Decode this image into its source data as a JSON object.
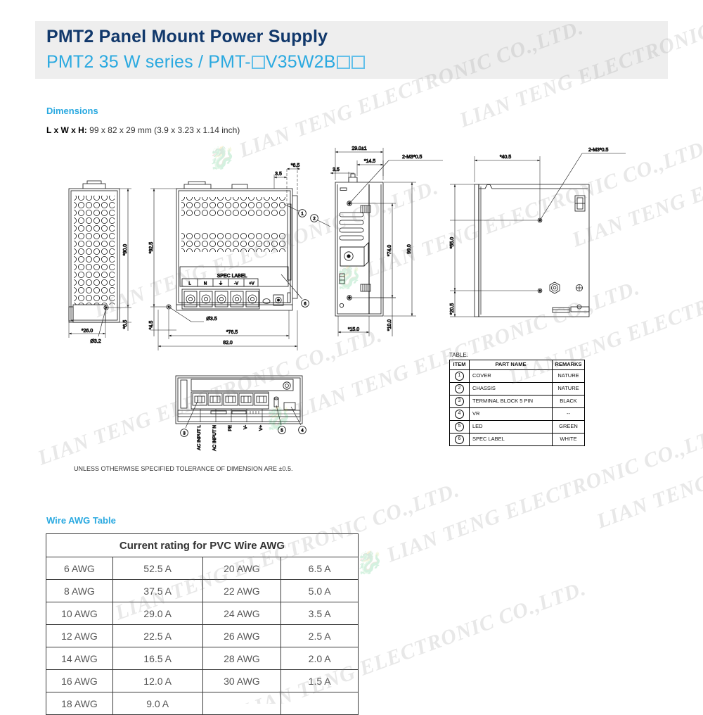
{
  "header": {
    "title": "PMT2 Panel Mount Power Supply",
    "subtitle_prefix": "PMT2 35 W series / PMT-",
    "subtitle_mid": "V35W2B",
    "option_box_count_before": 1,
    "option_box_count_after": 2,
    "band_color": "#eeeeee",
    "title_color": "#11386b",
    "subtitle_color": "#2aa9e0"
  },
  "sections": {
    "dimensions_heading": "Dimensions",
    "dimensions_label": "L x W x H:",
    "dimensions_value": "99 x 82 x 29 mm (3.9 x 3.23 x 1.14 inch)",
    "awg_heading": "Wire AWG Table"
  },
  "drawing": {
    "note": "UNLESS OTHERWISE SPECIFIED TOLERANCE OF DIMENSION ARE ±0.5.",
    "view_left": {
      "dims": [
        "*90.0",
        "*26.0",
        "*6.5",
        "Ø3.2"
      ]
    },
    "view_front": {
      "dims": [
        "*92.5",
        "*4.5",
        "3.5",
        "*6.5",
        "Ø3.5",
        "*76.5",
        "82.0"
      ],
      "spec_label": "SPEC LABEL",
      "terminals": [
        "L",
        "N",
        "⏚",
        "-V",
        "+V"
      ],
      "callouts": [
        "1",
        "2",
        "6"
      ]
    },
    "view_side": {
      "dims": [
        "29.0±1",
        "*14.5",
        "3.5",
        "*74.0",
        "99.0",
        "*15.0",
        "*10.0"
      ],
      "thread_note": "2-M3*0.5"
    },
    "view_right": {
      "dims": [
        "*40.5",
        "*55.0",
        "*20.5"
      ],
      "thread_note": "2-M3*0.5"
    },
    "view_bottom": {
      "terminal_labels": [
        "AC INPUT L",
        "AC INPUT N",
        "PE",
        "V-",
        "V+"
      ],
      "callouts": [
        "3",
        "4",
        "5"
      ]
    }
  },
  "parts_table": {
    "caption": "TABLE.",
    "headers": [
      "ITEM",
      "PART NAME",
      "REMARKS"
    ],
    "rows": [
      {
        "item": "1",
        "part": "COVER",
        "remarks": "NATURE"
      },
      {
        "item": "2",
        "part": "CHASSIS",
        "remarks": "NATURE"
      },
      {
        "item": "3",
        "part": "TERMINAL BLOCK 5 PIN",
        "remarks": "BLACK"
      },
      {
        "item": "4",
        "part": "VR",
        "remarks": "--"
      },
      {
        "item": "5",
        "part": "LED",
        "remarks": "GREEN"
      },
      {
        "item": "6",
        "part": "SPEC LABEL",
        "remarks": "WHITE"
      }
    ]
  },
  "awg_table": {
    "title": "Current rating for PVC Wire AWG",
    "rows": [
      {
        "awg_a": "6 AWG",
        "amp_a": "52.5 A",
        "awg_b": "20 AWG",
        "amp_b": "6.5 A"
      },
      {
        "awg_a": "8 AWG",
        "amp_a": "37.5 A",
        "awg_b": "22 AWG",
        "amp_b": "5.0 A"
      },
      {
        "awg_a": "10 AWG",
        "amp_a": "29.0 A",
        "awg_b": "24 AWG",
        "amp_b": "3.5 A"
      },
      {
        "awg_a": "12 AWG",
        "amp_a": "22.5 A",
        "awg_b": "26 AWG",
        "amp_b": "2.5 A"
      },
      {
        "awg_a": "14 AWG",
        "amp_a": "16.5 A",
        "awg_b": "28 AWG",
        "amp_b": "2.0 A"
      },
      {
        "awg_a": "16 AWG",
        "amp_a": "12.0 A",
        "awg_b": "30 AWG",
        "amp_b": "1.5 A"
      },
      {
        "awg_a": "18 AWG",
        "amp_a": "9.0 A",
        "awg_b": "",
        "amp_b": ""
      }
    ]
  },
  "watermark": {
    "text": "LIAN TENG ELECTRONIC CO.,LTD."
  }
}
